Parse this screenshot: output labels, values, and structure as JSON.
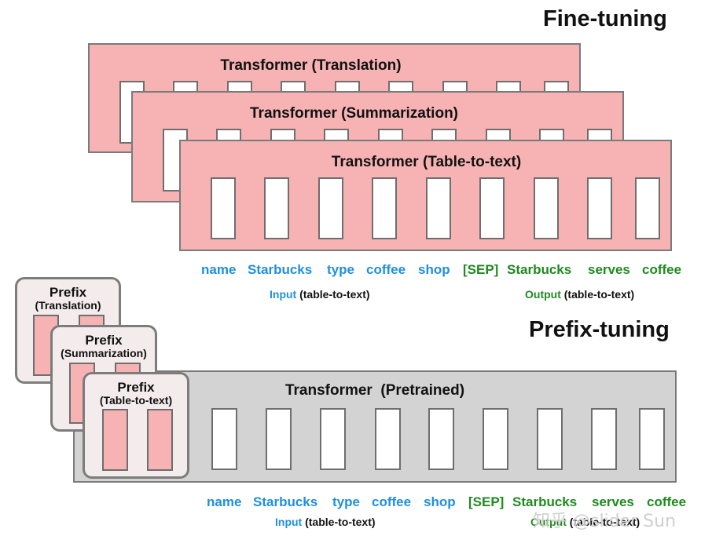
{
  "fine_tuning": {
    "heading": "Fine-tuning",
    "panels": [
      {
        "title": "Transformer (Translation)"
      },
      {
        "title": "Transformer (Summarization)"
      },
      {
        "title": "Transformer (Table-to-text)"
      }
    ],
    "tokens": {
      "input": [
        "name",
        "Starbucks",
        "type",
        "coffee",
        "shop"
      ],
      "sep": "[SEP]",
      "output": [
        "Starbucks",
        "serves",
        "coffee"
      ]
    },
    "input_caption": {
      "word": "Input",
      "rest": "(table-to-text)"
    },
    "output_caption": {
      "word": "Output",
      "rest": "(table-to-text)"
    }
  },
  "prefix_tuning": {
    "heading": "Prefix-tuning",
    "prefixes": [
      {
        "title": "Prefix",
        "subtitle": "(Translation)"
      },
      {
        "title": "Prefix",
        "subtitle": "(Summarization)"
      },
      {
        "title": "Prefix",
        "subtitle": "(Table-to-text)"
      }
    ],
    "transformer_title": "Transformer  (Pretrained)",
    "tokens": {
      "input": [
        "name",
        "Starbucks",
        "type",
        "coffee",
        "shop"
      ],
      "sep": "[SEP]",
      "output": [
        "Starbucks",
        "serves",
        "coffee"
      ]
    },
    "input_caption": {
      "word": "Input",
      "rest": "(table-to-text)"
    },
    "output_caption": {
      "word": "Output",
      "rest": "(table-to-text)"
    }
  },
  "colors": {
    "input": "#1f8fe0",
    "output": "#1f8a1f",
    "panel_pink": "#f7b3b4",
    "panel_gray": "#d3d3d3"
  },
  "watermark": "知乎 @slider Sun"
}
